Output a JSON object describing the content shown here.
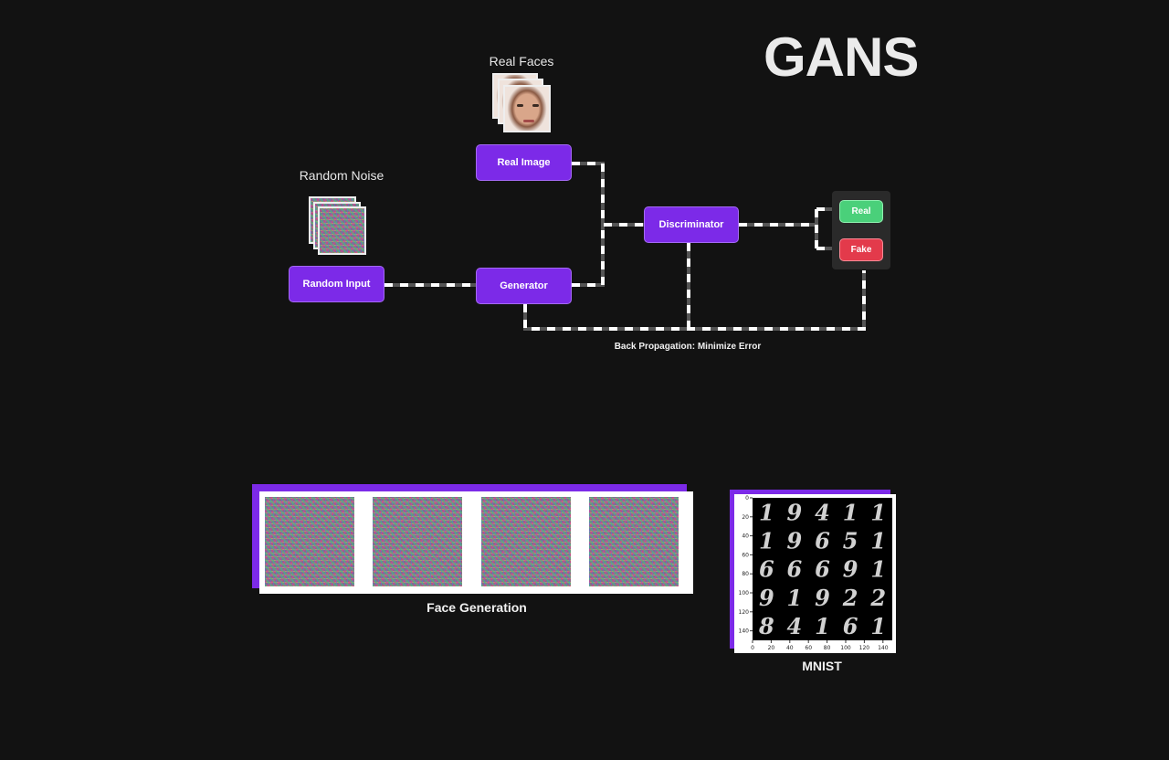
{
  "title": "GANS",
  "captions": {
    "real_faces": "Real Faces",
    "random_noise": "Random Noise"
  },
  "nodes": {
    "real_image": "Real Image",
    "random_input": "Random Input",
    "generator": "Generator",
    "discriminator": "Discriminator"
  },
  "outputs": {
    "real": "Real",
    "fake": "Fake"
  },
  "backprop_label": "Back Propagation: Minimize Error",
  "face_generation": {
    "label": "Face Generation",
    "tiles": 4
  },
  "mnist": {
    "label": "MNIST",
    "grid_digits": [
      "1",
      "9",
      "4",
      "1",
      "1",
      "1",
      "9",
      "6",
      "5",
      "1",
      "6",
      "6",
      "6",
      "9",
      "1",
      "9",
      "1",
      "9",
      "2",
      "2",
      "8",
      "4",
      "1",
      "6",
      "1"
    ]
  },
  "chart_data": {
    "type": "heatmap",
    "title": "",
    "xlabel": "",
    "ylabel": "",
    "x_ticks": [
      0,
      20,
      40,
      60,
      80,
      100,
      120,
      140
    ],
    "y_ticks": [
      0,
      20,
      40,
      60,
      80,
      100,
      120,
      140
    ],
    "xlim": [
      0,
      150
    ],
    "ylim": [
      150,
      0
    ]
  },
  "colors": {
    "background": "#121212",
    "node": "#7c2ae8",
    "real": "#4ad07a",
    "fake": "#e33a4b",
    "wire": "#ffffff"
  }
}
